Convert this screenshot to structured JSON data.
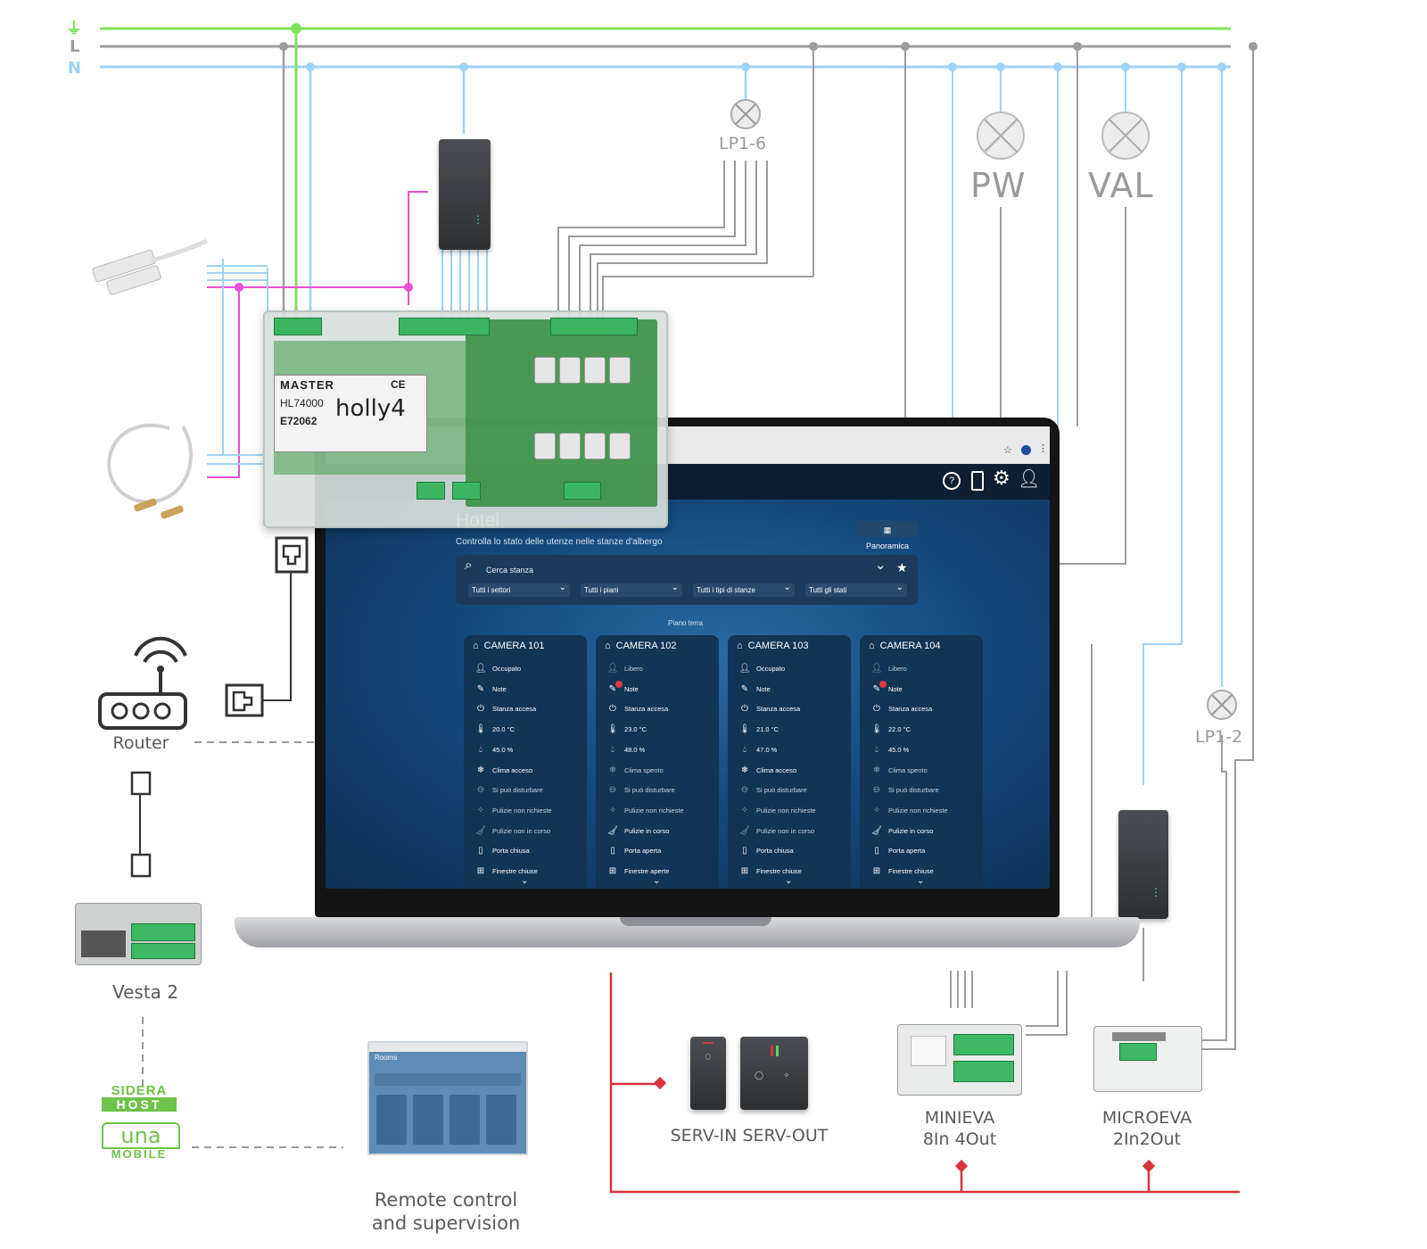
{
  "bus": {
    "earth_symbol": "⏚",
    "line": "L",
    "neutral": "N"
  },
  "colors": {
    "earth": "#7ee35a",
    "line": "#9c9c9c",
    "neutral": "#9fd2f5",
    "input": "#e84fd6",
    "rs485": "#d6343a"
  },
  "lamps": {
    "lp16": "LP1-6",
    "pw": "PW",
    "val": "VAL",
    "lp12": "LP1-2"
  },
  "holly": {
    "brand": "MASTER",
    "model": "HL74000",
    "product": "holly4",
    "code": "E72062",
    "mark": "CE"
  },
  "devices": {
    "router": "Router",
    "vesta": "Vesta 2",
    "serv_in": "SERV-IN",
    "serv_out": "SERV-OUT",
    "minieva_1": "MINIEVA",
    "minieva_2": "8In 4Out",
    "microeva_1": "MICROEVA",
    "microeva_2": "2In2Out",
    "remote_1": "Remote control",
    "remote_2": "and supervision"
  },
  "logos": {
    "sidera_1": "SIDERA",
    "sidera_2": "HOST",
    "una_1": "una",
    "una_2": "MOBILE"
  },
  "app": {
    "title": "Hotel",
    "subtitle": "Controlla lo stato delle utenze nelle stanze d'albergo",
    "overview_button": "Panoramica",
    "search_placeholder": "Cerca stanza",
    "filters": [
      "Tutti i settori",
      "Tutti i piani",
      "Tutti i tipi di stanze",
      "Tutti gli stati"
    ],
    "floor": "Piano terra",
    "rooms": [
      {
        "name": "CAMERA 101",
        "occupancy": "Occupato",
        "notes": "Note",
        "power": "Stanza accesa",
        "temp": "20.0 °C",
        "humidity": "45.0 %",
        "climate": "Clima acceso",
        "dnd": "Si può disturbare",
        "cleaning_req": "Pulizie non richieste",
        "cleaning_prog": "Pulizie non in corso",
        "door": "Porta chiusa",
        "windows": "Finestre chiuse"
      },
      {
        "name": "CAMERA 102",
        "occupancy": "Libero",
        "notes": "Note",
        "power": "Stanza accesa",
        "temp": "23.0 °C",
        "humidity": "48.0 %",
        "climate": "Clima spento",
        "dnd": "Si può disturbare",
        "cleaning_req": "Pulizie non richieste",
        "cleaning_prog": "Pulizie in corso",
        "door": "Porta aperta",
        "windows": "Finestre aperte"
      },
      {
        "name": "CAMERA 103",
        "occupancy": "Occupato",
        "notes": "Note",
        "power": "Stanza accesa",
        "temp": "21.0 °C",
        "humidity": "47.0 %",
        "climate": "Clima acceso",
        "dnd": "Si può disturbare",
        "cleaning_req": "Pulizie non richieste",
        "cleaning_prog": "Pulizie non in corso",
        "door": "Porta chiusa",
        "windows": "Finestre chiuse"
      },
      {
        "name": "CAMERA 104",
        "occupancy": "Libero",
        "notes": "Note",
        "power": "Stanza accesa",
        "temp": "22.0 °C",
        "humidity": "45.0 %",
        "climate": "Clima spento",
        "dnd": "Si può disturbare",
        "cleaning_req": "Pulizie non richieste",
        "cleaning_prog": "Pulizie in corso",
        "door": "Porta aperta",
        "windows": "Finestre chiuse"
      }
    ]
  },
  "remote_thumb": {
    "title": "Rooms"
  }
}
